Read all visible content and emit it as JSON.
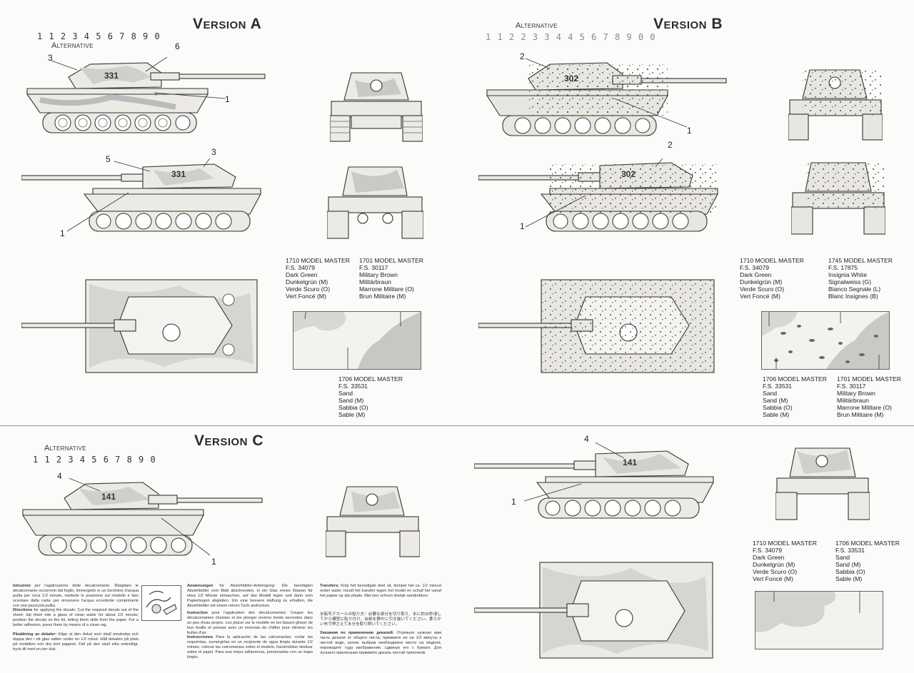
{
  "versions": {
    "a": {
      "title": "Version A",
      "alternative_label": "Alternative",
      "alternative_digits": "1 1 2 3 4 5 6 7 8 9 0",
      "turret_number": "331",
      "callouts": {
        "c1": "3",
        "c2": "6",
        "c3": "1",
        "c4": "5",
        "c5": "3",
        "c6": "1"
      }
    },
    "b": {
      "title": "Version B",
      "alternative_label": "Alternative",
      "alternative_digits": "1 1 2 2 3 3 4 4 5 6 7 8 9 0 0",
      "turret_number": "302",
      "callouts": {
        "c1": "2",
        "c2": "1",
        "c3": "2",
        "c4": "1"
      }
    },
    "c": {
      "title": "Version C",
      "alternative_label": "Alternative",
      "alternative_digits": "1 1 2 3 4 5 6 7 8 9 0",
      "turret_number": "141",
      "callouts": {
        "c1": "4",
        "c2": "1",
        "c3": "4",
        "c4": "1"
      }
    }
  },
  "paints": {
    "a_green": [
      "1710 MODEL MASTER",
      "F.S. 34079",
      "Dark Green",
      "Dunkelgrün (M)",
      "Verde Scuro (O)",
      "Vert Foncé (M)"
    ],
    "a_brown": [
      "1701 MODEL MASTER",
      "F.S. 30117",
      "Military Brown",
      "Militärbraun",
      "Marrone Militare (O)",
      "Brun Militaire (M)"
    ],
    "a_sand": [
      "1706 MODEL MASTER",
      "F.S. 33531",
      "Sand",
      "Sand (M)",
      "Sabbia (O)",
      "Sable (M)"
    ],
    "b_green": [
      "1710 MODEL MASTER",
      "F.S. 34079",
      "Dark Green",
      "Dunkelgrün (M)",
      "Verde Scuro (O)",
      "Vert Foncé (M)"
    ],
    "b_white": [
      "1745 MODEL MASTER",
      "F.S. 17875",
      "Insignia White",
      "Signalweiss (G)",
      "Bianco Segnale (L)",
      "Blanc Insignes (B)"
    ],
    "b_sand": [
      "1706 MODEL MASTER",
      "F.S. 33531",
      "Sand",
      "Sand (M)",
      "Sabbia (O)",
      "Sable (M)"
    ],
    "b_brown": [
      "1701 MODEL MASTER",
      "F.S. 30117",
      "Military Brown",
      "Militärbraun",
      "Marrone Militare (O)",
      "Brun Militaire (M)"
    ],
    "c_green": [
      "1710 MODEL MASTER",
      "F.S. 34079",
      "Dark Green",
      "Dunkelgrün (M)",
      "Verde Scuro (O)",
      "Vert Foncé (M)"
    ],
    "c_sand": [
      "1706 MODEL MASTER",
      "F.S. 33531",
      "Sand",
      "Sand (M)",
      "Sabbia (O)",
      "Sable (M)"
    ]
  },
  "instructions": {
    "italian": {
      "heading": "Istruzioni",
      "text": "per l'applicazione delle decalcomanie. Ritagliare le decalcomanie occorrenti dal foglio, immergerle in un bicchiere d'acqua pulita per circa 1/2 minuto, metterle in posizione sul modello e fare scivolare dalla carta; per rimuovere l'acqua eccedente comprimerle con una pezzuola pulita."
    },
    "english": {
      "heading": "Directions",
      "text": "for applying the decals: Cut the required decals out of the sheet; dip them into a glass of clean water for about 1/2 minute; position the decals on the kit, letting them slide from the paper. For a better adhesion, press them by means of a clean rag."
    },
    "swedish": {
      "heading": "Påsättning av dekaler:",
      "text": "Klipp ut den dekal som skall användas och doppa den i ett glas vatten under en 1/2 minut. Håll dekalen på plats på modellen och dra bort pappret. Fäll på den skall sitta ordentligt, tryck till med en torr duk."
    },
    "german": {
      "heading": "Anweisungen",
      "text": "für Abziehbilder-Anbringung: Die benötigten Abziehbilder vom Blatt abschneiden, in ein Glas reines Wasser für etwa 1/2 Minute eintauchen, auf das Modell legen und dann vom Papierbogen abgleiten. Um eine bessere Haftung zu erhalten, die Abziehbilder mit einem reinen Tuch andrücken."
    },
    "french": {
      "heading": "Instruction",
      "text": "pour l'application des décalcomanies: Couper les décalcomanies choisies et les plonger environ trente secondes dans un peu d'eau propre. Les placer sur le modèle en les faisant glisser de leur feuille et presser avec un morceau de chiffon pour éliminer les bulles d'air."
    },
    "spanish": {
      "heading": "Instrucciones",
      "text": "Para la aplicación de las calcomanías: cortar las requeridas, sumergirlas en un recipiente de agua limpia durante 1/2 minuto, colocar las calcomanías sobre el modelo, haciéndolas deslizar sobre el papel. Para una mejor adherencia, presionarlas con un trapo limpio."
    },
    "dutch": {
      "heading": "Transfers:",
      "text": "Knip het benodigde deel uit, dompel het ca. 1/2 minuut onder water, houdt het transfer tegen het model en schuif het vanaf het papier op zijn plaats. Met een schoon doekje aandrukken."
    },
    "japanese": {
      "heading": "",
      "text": "水転写デカールの貼り方：必要な部分を切り取り、水に約30秒浸してから模型に貼り付け、台紙を静かに引き抜いてください。柔らかい布で押さえて水分を取り除いてください。"
    },
    "russian": {
      "heading": "Указания по применению декалей:",
      "text": "Отрежьте нужную вам часть декали от общего листа, прижмите ее на 1/2 минуты к чистой воде, затем, выбрав необходимое место на модели, переведите туда изображение, сдвинув его с бумаги. Для лучшего прилегания прижмите декаль чистой тряпочкой."
    }
  },
  "colors": {
    "camo_green": "#b9bcb6",
    "camo_sand": "#eceae4",
    "camo_brown": "#cfd0cb",
    "line": "#333333",
    "dots": "#555555"
  },
  "icons": [
    "decal-application-icon"
  ]
}
